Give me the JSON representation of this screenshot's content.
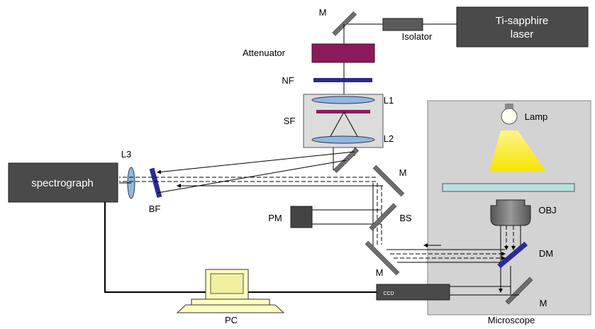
{
  "labels": {
    "ti_sapphire_line1": "Ti-sapphire",
    "ti_sapphire_line2": "laser",
    "isolator": "Isolator",
    "mirror_top": "M",
    "attenuator": "Attenuator",
    "nf": "NF",
    "l1": "L1",
    "sf": "SF",
    "l2": "L2",
    "l3": "L3",
    "spectrograph": "spectrograph",
    "bf": "BF",
    "mirror_right": "M",
    "pm": "PM",
    "bs": "BS",
    "mirror_bottom_left": "M",
    "pc": "PC",
    "ccd": "CCD",
    "lamp": "Lamp",
    "obj": "OBJ",
    "dm": "DM",
    "mirror_bottom_right": "M",
    "microscope": "Microscope"
  },
  "colors": {
    "ti_sapphire_box": "#4a4a4a",
    "spectrograph_box": "#4a4a4a",
    "attenuator": "#8b1a5a",
    "nf_filter": "#2a2a8a",
    "lens": "#8fb8e0",
    "bf_filter": "#2a2a9a",
    "dm_filter": "#2a2a9a",
    "microscope_bg": "#d3d3d3",
    "lamp_light": "#f5e400",
    "pc_body": "#ffffc0",
    "slide": "#b8e0e0"
  }
}
